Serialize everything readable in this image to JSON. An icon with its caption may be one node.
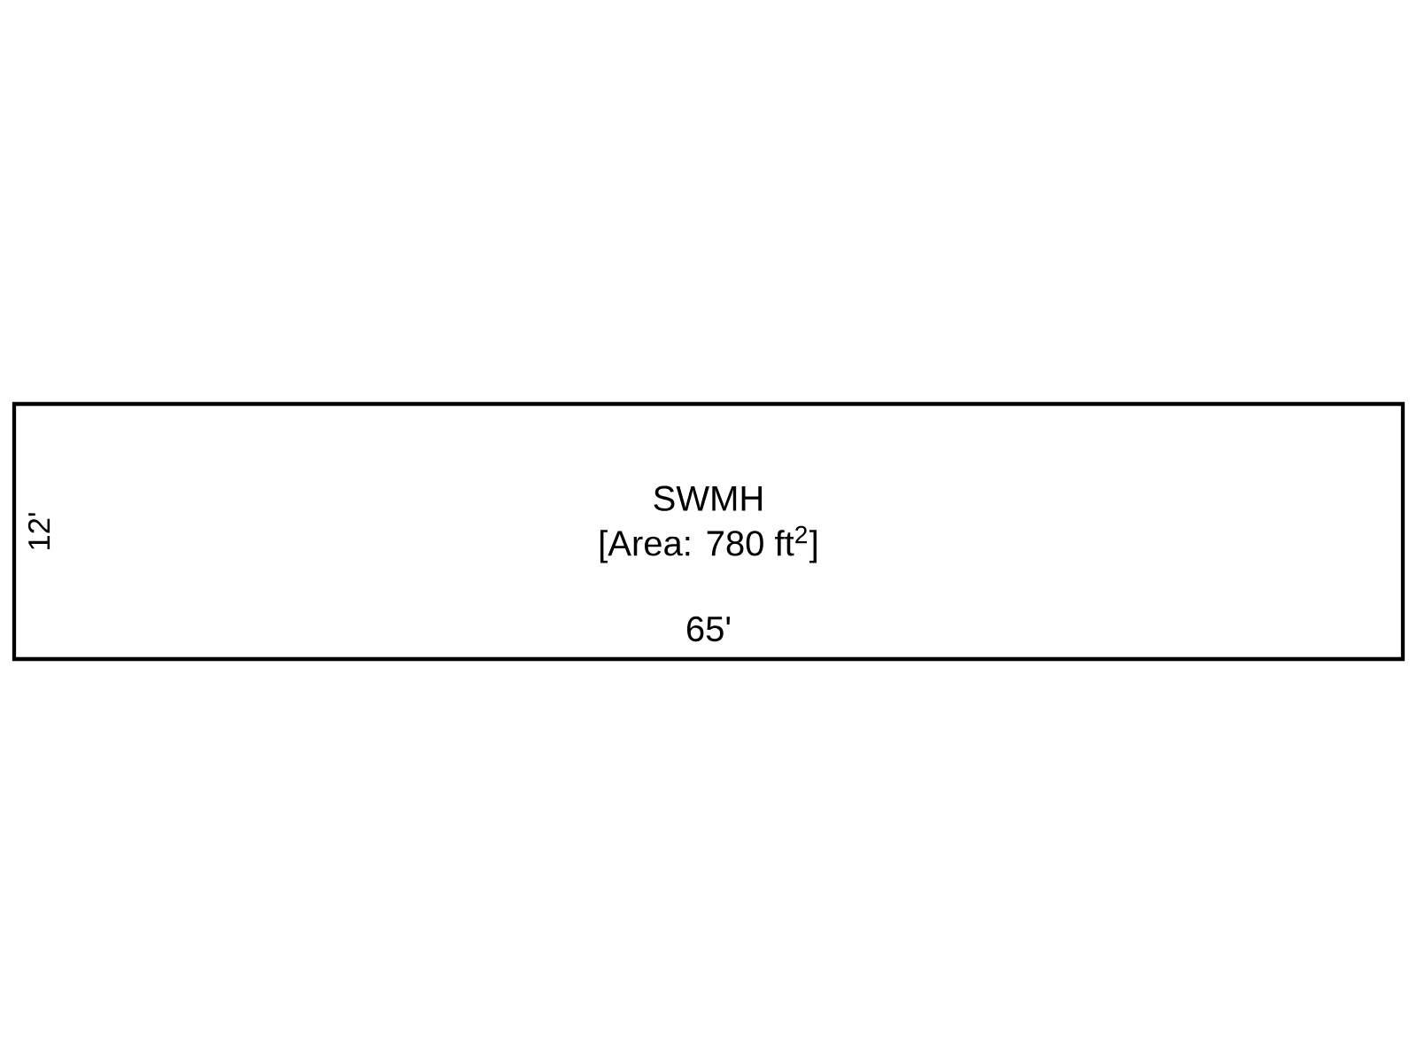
{
  "diagram": {
    "nodes": [
      {
        "text": [
          "SWMH",
          "[Area: 780 ft$^{2}$]"
        ]
      }
    ],
    "labels": [
      "12'",
      "65'"
    ]
  }
}
